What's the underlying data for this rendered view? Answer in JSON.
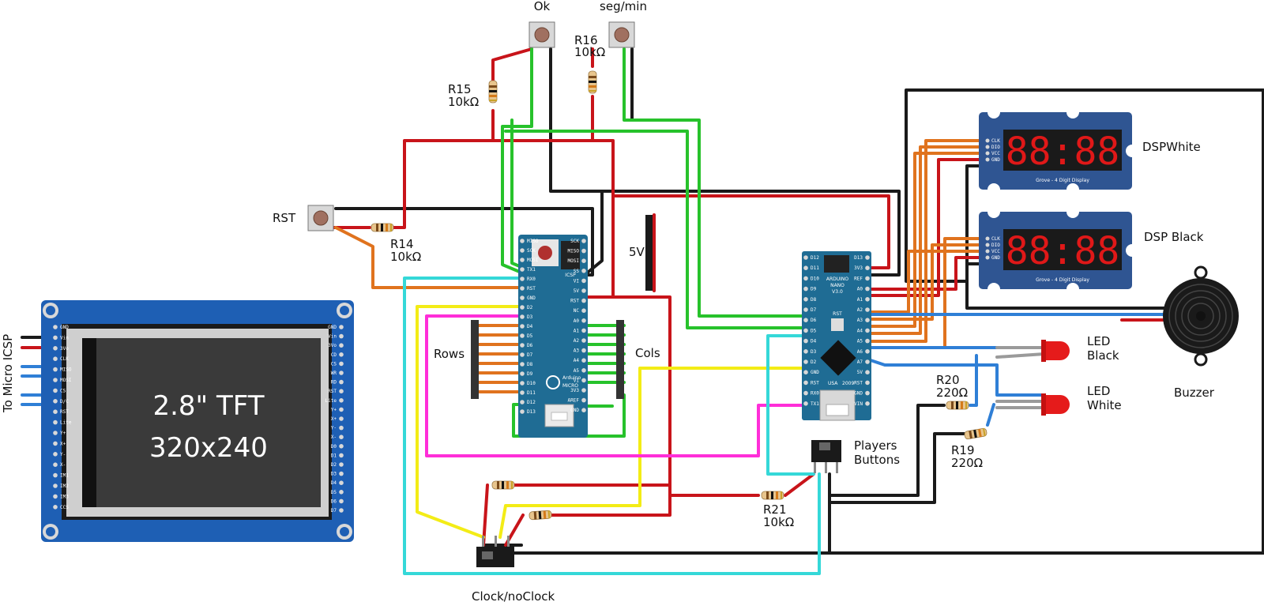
{
  "tft": {
    "line1": "2.8\" TFT",
    "line2": "320x240",
    "side_label": "To Micro ICSP",
    "left_pins": [
      "GND",
      "Vin",
      "3Vo",
      "CLK",
      "MISO",
      "MOSI",
      "CS",
      "D/C",
      "RST",
      "Lite",
      "Y+",
      "X+",
      "Y-",
      "X-",
      "IM1",
      "IM2",
      "IM3",
      "CCS"
    ],
    "right_pins": [
      "GND",
      "Vin",
      "3Vo",
      "CD",
      "CS",
      "WR",
      "RD",
      "RST",
      "Lite",
      "Y+",
      "X+",
      "Y-",
      "X-",
      "D0",
      "D1",
      "D2",
      "D3",
      "D4",
      "D5",
      "D6",
      "D7"
    ]
  },
  "labels": {
    "ok": "Ok",
    "segmin": "seg/min",
    "r16": "R16",
    "r16_val": "10kΩ",
    "r15": "R15",
    "r15_val": "10kΩ",
    "rst": "RST",
    "r14": "R14",
    "r14_val": "10kΩ",
    "five_v": "5V",
    "rows": "Rows",
    "cols": "Cols",
    "dsp_white": "DSPWhite",
    "dsp_black": "DSP Black",
    "led_black_1": "LED",
    "led_black_2": "Black",
    "led_white_1": "LED",
    "led_white_2": "White",
    "buzzer": "Buzzer",
    "r20": "R20",
    "r20_val": "220Ω",
    "r19": "R19",
    "r19_val": "220Ω",
    "players_1": "Players",
    "players_2": "Buttons",
    "r21": "R21",
    "r21_val": "10kΩ",
    "clock": "Clock/noClock"
  },
  "micro": {
    "brand": "Arduino",
    "model": "MICRO",
    "icsp": "ICSP",
    "left_pins": [
      "MISO",
      "SCK",
      "MOSI",
      "TX1",
      "RX0",
      "RST",
      "GND",
      "D2",
      "D3",
      "D4",
      "D5",
      "D6",
      "D7",
      "D8",
      "D9",
      "D10",
      "D11",
      "D12",
      "D13"
    ],
    "right_pins": [
      "SCK",
      "MISO",
      "MOSI",
      "SS",
      "VI",
      "5V",
      "RST",
      "NC",
      "A0",
      "A1",
      "A2",
      "A3",
      "A4",
      "A5",
      "VI",
      "3V3",
      "AREF",
      "GND"
    ]
  },
  "nano": {
    "title": "ARDUINO",
    "model": "NANO",
    "ver": "V3.0",
    "usa": "USA",
    "year": "2009",
    "rst": "RST",
    "left_pins": [
      "D12",
      "D11",
      "D10",
      "D9",
      "D8",
      "D7",
      "D6",
      "D5",
      "D4",
      "D3",
      "D2",
      "GND",
      "RST",
      "RX0",
      "TX1"
    ],
    "right_pins": [
      "D13",
      "3V3",
      "REF",
      "A0",
      "A1",
      "A2",
      "A3",
      "A4",
      "A5",
      "A6",
      "A7",
      "5V",
      "RST",
      "GND",
      "VIN"
    ]
  },
  "display": {
    "digits": "88:88",
    "pins": [
      "CLK",
      "DIO",
      "VCC",
      "GND"
    ],
    "caption": "Grove - 4 Digit Display"
  },
  "colors": {
    "board_blue": "#1f6c94",
    "grove_blue": "#2f5592",
    "tft_blue": "#1e5fb4",
    "wire_red": "#c8141a",
    "wire_black": "#1a1a1a",
    "wire_green": "#27c22b",
    "wire_orange": "#e0731e",
    "wire_blue": "#2f7fd6",
    "wire_yellow": "#f3ec16",
    "wire_magenta": "#ff2ed8",
    "wire_cyan": "#35d8d8"
  }
}
